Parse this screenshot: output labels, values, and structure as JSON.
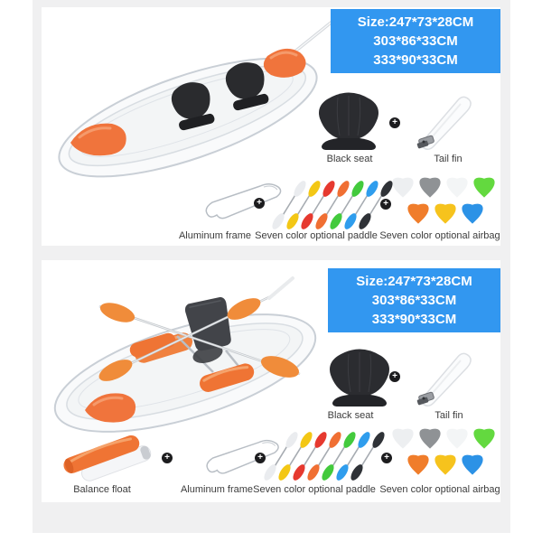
{
  "colors": {
    "accent_blue": "#3297f0",
    "panel_gray": "#f0f0f1",
    "kayak_orange": "#f0743c",
    "paddle_orange": "#f08c3a",
    "seat_black": "#2a2b2e"
  },
  "size_box": {
    "line1": "Size:247*73*28CM",
    "line2": "303*86*33CM",
    "line3": "333*90*33CM"
  },
  "labels": {
    "black_seat": "Black seat",
    "tail_fin": "Tail fin",
    "aluminum_frame": "Aluminum frame",
    "paddle": "Seven color optional paddle",
    "airbag": "Seven color optional airbag",
    "balance_float": "Balance float"
  },
  "icons": {
    "plus": "+"
  },
  "accessories": {
    "paddle_colors": [
      "#eaecef",
      "#f3c715",
      "#e6392f",
      "#f06f33",
      "#43ca3d",
      "#2f9ded",
      "#2f3237"
    ],
    "airbag_colors": [
      "#edeff1",
      "#8f9295",
      "#f3f5f6",
      "#63d93f",
      "#f07d2b",
      "#f6c31d",
      "#2c92e6"
    ]
  }
}
